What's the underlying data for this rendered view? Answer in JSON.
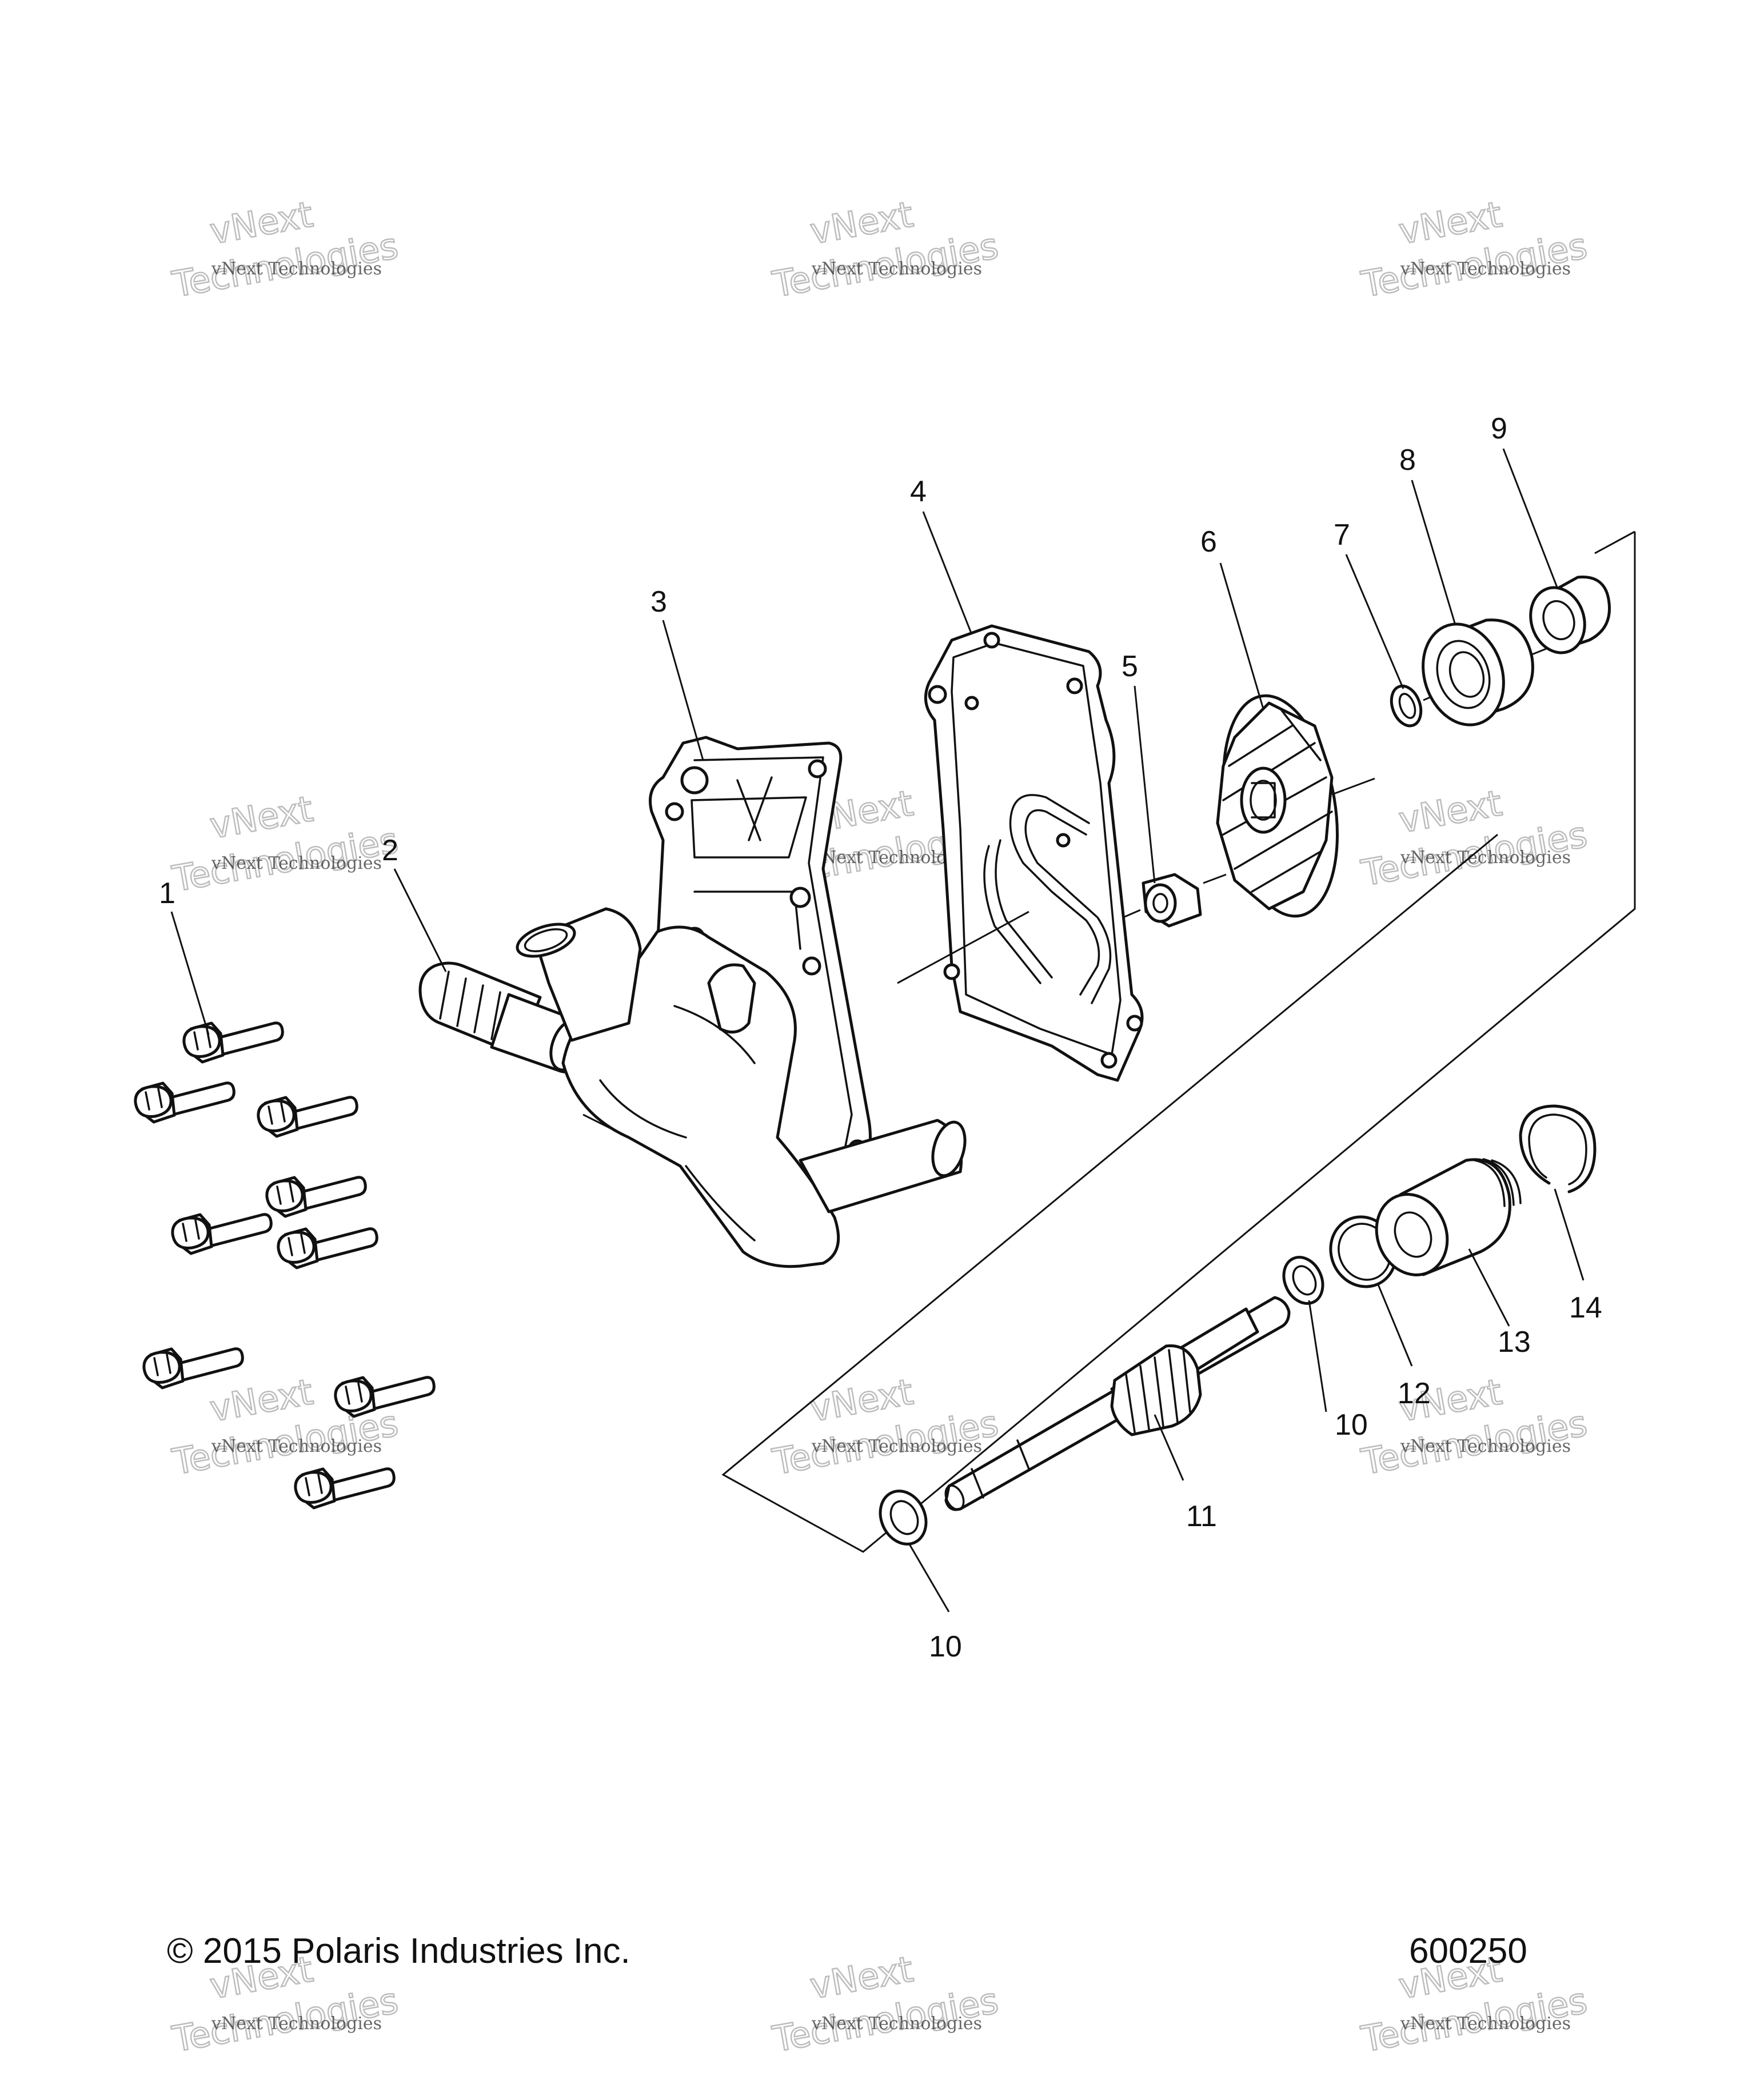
{
  "diagram": {
    "callouts": [
      {
        "id": "1",
        "label": "1"
      },
      {
        "id": "2",
        "label": "2"
      },
      {
        "id": "3",
        "label": "3"
      },
      {
        "id": "4",
        "label": "4"
      },
      {
        "id": "5",
        "label": "5"
      },
      {
        "id": "6",
        "label": "6"
      },
      {
        "id": "7",
        "label": "7"
      },
      {
        "id": "8",
        "label": "8"
      },
      {
        "id": "9",
        "label": "9"
      },
      {
        "id": "10a",
        "label": "10"
      },
      {
        "id": "10b",
        "label": "10"
      },
      {
        "id": "11",
        "label": "11"
      },
      {
        "id": "12",
        "label": "12"
      },
      {
        "id": "13",
        "label": "13"
      },
      {
        "id": "14",
        "label": "14"
      }
    ],
    "watermark": {
      "line1": "vNext Technologies",
      "line2": "vNext",
      "line3": "Technologies"
    }
  },
  "footer": {
    "copyright": "© 2015 Polaris Industries Inc.",
    "diagram_id": "600250"
  },
  "colors": {
    "line": "#111111",
    "background": "#ffffff",
    "watermark": "#bdbdbd"
  }
}
